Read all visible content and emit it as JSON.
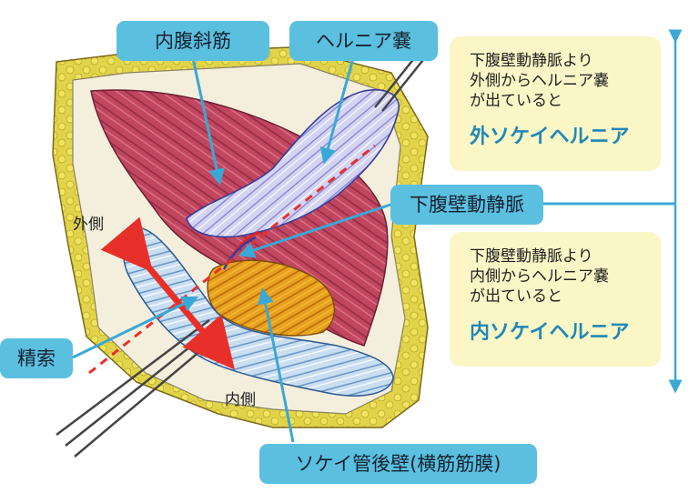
{
  "labels": {
    "internal_oblique": "内腹斜筋",
    "hernia_sac": "ヘルニア嚢",
    "inferior_epigastric_vessels": "下腹壁動静脈",
    "spermatic_cord": "精索",
    "posterior_wall": "ソケイ管後壁(横筋筋膜)",
    "lateral": "外側",
    "medial": "内側"
  },
  "info_lateral": {
    "lines": [
      "下腹壁動静脈より",
      "外側からヘルニア嚢",
      "が出ていると"
    ],
    "highlight": "外ソケイヘルニア"
  },
  "info_medial": {
    "lines": [
      "下腹壁動静脈より",
      "内側からヘルニア嚢",
      "が出ていると"
    ],
    "highlight": "内ソケイヘルニア"
  },
  "colors": {
    "callout_bg": "#5bbfe0",
    "leader_line": "#3aa8d6",
    "info_bg": "#fbf6c6",
    "highlight_text": "#1f88b8",
    "red_arrow": "#e8302a",
    "dashed_line": "#e8302a"
  }
}
